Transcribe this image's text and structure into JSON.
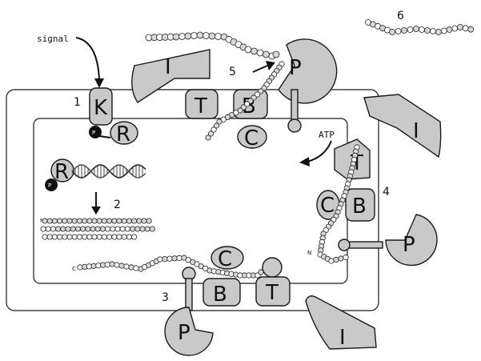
{
  "labels": {
    "signal": "signal",
    "atp": "ATP",
    "kinase": "K",
    "receptor_top": "R",
    "receptor_dna": "R",
    "phospho_top": "P",
    "phospho_dna": "P",
    "inhibitor_top": "I",
    "inhibitor_right": "I",
    "inhibitor_bottom": "I",
    "protein_p_top": "P",
    "protein_p_right": "P",
    "protein_p_bottom": "P",
    "t_top": "T",
    "t_right": "T",
    "t_bottom": "T",
    "b_top": "B",
    "b_right": "B",
    "b_bottom": "B",
    "c_top": "C",
    "c_right": "C",
    "c_bottom": "C",
    "n_terminus": "N",
    "c_terminus": "C"
  },
  "steps": {
    "s1": "1",
    "s2": "2",
    "s3": "3",
    "s4": "4",
    "s5": "5",
    "s6": "6"
  }
}
